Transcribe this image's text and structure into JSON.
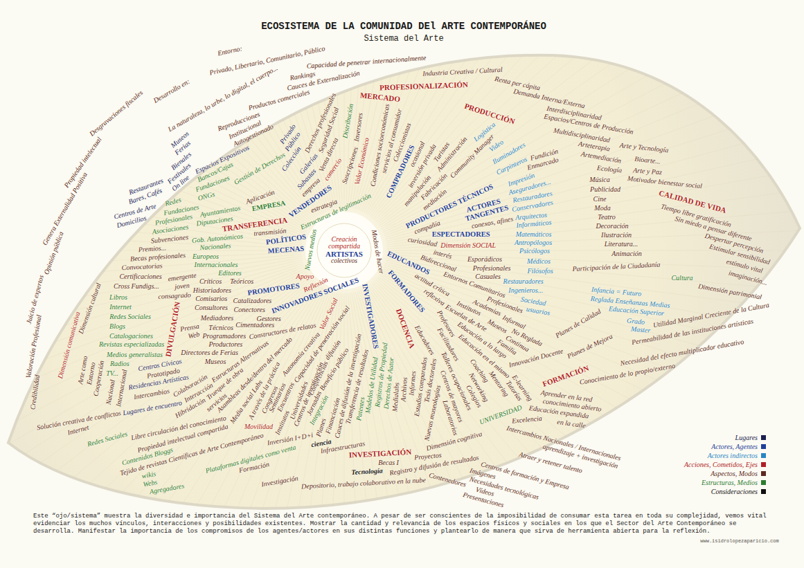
{
  "diagram": {
    "title": "ECOSISTEMA DE LA COMUNIDAD DEl ARTE CONTEMPORÁNEO",
    "caption": "Este “ojo/sistema” muestra la diversidad e importancia del Sistema del Arte contemporáneo. A pesar de ser conscientes de la imposibilidad de consumar esta tarea en toda su complejidad, vemos vital evidenciar los muchos vínculos, interacciones y posibilidades existentes. Mostrar la cantidad y relevancia de los espacios físicos y sociales en los que el Sector del Arte Contemporáneo se desarrolla. Manifestar la importancia de los compromisos de los agentes/actores en sus distintas funciones y plantearlo de manera que sirva de herramienta abierta para la reflexión.",
    "nodes": [
      {
        "text": [
          "Creación compartida",
          "ARTISTAS",
          "colectivos"
        ]
      }
    ],
    "labels": [
      "Sistema del Arte",
      "www.isidrolopezaparicio.com",
      "Desarrollo en:",
      "La naturaleza, lo urbe, lo digital, el cuerpo...",
      "Desgravaciones fiscales",
      "Entorno:",
      "Privado, Libertario, Comunitario, Público",
      "Capacidad de penetrar internacionalmente",
      "Industria Creativa / Cultural",
      "PROFESIONALIZACIÓN",
      "Rankings",
      "Cauces de Externalización",
      "Productos comerciales",
      "Reproducciones",
      "MERCADO",
      "Renta per cápita",
      "Demanda Interna/Externa",
      "PRODUCCIÓN",
      "Interdisciplinaridad",
      "Espacios/Centros de Producción",
      "Multidisciplinaridad",
      "Arteterapia",
      "Arte y Tecnología",
      "Artemediación",
      "Bioarte...",
      "Ecología",
      "Arte y Paz",
      "Música",
      "Motivador bienestar social",
      "Publicidad",
      "Cine",
      "Moda",
      "Teatro",
      "Decoración",
      "Ilustración",
      "Literatura...",
      "Animación",
      "CALIDAD DE VIDA",
      "Tiempo libre gratificación",
      "Sin miedo a pensar diferente",
      "Despertar percepción",
      "Estimular sensibilidad",
      "estímulo vital",
      "imaginación...",
      "Participación de la Ciudadanía",
      "Cultura",
      "Dimensión patrimonial",
      "Infancia = Futuro",
      "Reglada Enseñanzas Medias",
      "Educación Superior",
      "Grado",
      "Master",
      "Utilidad Marginal Creciente de la Cultura",
      "Planes de Calidad",
      "Permeabilidad de las instituciones artísticas",
      "Planes de Mejora",
      "Necesidad del efecto multiplicador educativo",
      "Conocimiento de lo propio/externo",
      "Innovación Docente",
      "FORMACIÓN",
      "Aprender en la red",
      "conocimiento abierto",
      "Educación expandida",
      "en la calle",
      "Excelencia",
      "Intercambios Nacionales / Internacionales",
      "aprendizaje + investigación",
      "Atraer y retener talento",
      "Centros de formación y Empresa",
      "Necesidades tecnológicas",
      "Contenedores",
      "Imágenes",
      "Vídeos",
      "Presentaciones",
      "Registro y difusión de resultados",
      "Proyectos",
      "Becas I",
      "UNIVERSIDAD",
      "Dimensión cognitiva",
      "INVESTIGACIÓN",
      "Tecnología",
      "Infraestructuras",
      "ciencia",
      "Inversión I+D+i",
      "Depositorio, trabajo colaborativo en la nube",
      "Investigación",
      "Formación",
      "Plataformas digitales como venta",
      "Tejido de revistas Científicas de Arte Contemporáneo",
      "Propiedad intelectual compartida",
      "Libre circulación del conocimiento",
      "Internet",
      "Redes Sociales",
      "Contenidos Bloggs",
      "wikis",
      "Webs",
      "Agregadores",
      "Solución creativa de conflictos",
      "Credibilidad",
      "Valoración Profesional",
      "Juicio de expertos",
      "Opinión pública",
      "Genera Externalidad Positiva",
      "Propiedad intelectual",
      "Dimensión comunicativa",
      "Dimensión cultural",
      "Arte como",
      "Entorno",
      "Cooperación",
      "Nacional",
      "Internacional",
      "Museos",
      "Ferias",
      "Bienales",
      "Festivales",
      "On line",
      "Restaurantes",
      "Bares, Cafés",
      "Centros de Arte",
      "Domicilios",
      "Redes",
      "Fundaciones",
      "Profesionales",
      "Asociaciones",
      "Subvenciones",
      "Premios...",
      "Becas profesionales",
      "Convocatorias",
      "Certificaciones",
      "Cross Fundigs...",
      "Libros",
      "Internet",
      "Redes Sociales",
      "Blogs",
      "Catalogaciones",
      "Revistas especializadas",
      "Medios generalistas",
      "Radios",
      "TV...",
      "Institucional",
      "Autogestionado",
      "Espacios Expositivos",
      "Bancos/Cajas",
      "Fundaciones",
      "ONGs",
      "Ayuntamientos",
      "Diputaciones",
      "Gob. Autonómicos",
      "Nacionales",
      "Europeos",
      "Internacionales",
      "Editores",
      "Gestión de Derechos",
      "Aplicación",
      "EMPRESA",
      "empresa",
      "comercio",
      "VENDEDORES",
      "estrategia",
      "TRANSFERENCIA",
      "transmisión",
      "POLÍTICOS",
      "MECENAS",
      "Apoyo",
      "PROMOTORES",
      "Teóricos",
      "Catalizadores",
      "Conectores",
      "Reflexión",
      "Críticos",
      "Historiadores",
      "Comisarios",
      "Consultores",
      "emergente",
      "joven",
      "consagrado",
      "DIVULGACIÓN",
      "Prensa",
      "Web",
      "Mediadores",
      "Técnicos",
      "Programadores",
      "Productores",
      "Directores de Ferias",
      "Museos",
      "Gestores",
      "Cimentadores",
      "Constructores de relatos",
      "INNOVADORES SOCIALES",
      "Valor Social",
      "difusión",
      "Estructuras Alternativas",
      "Asambleas desde/dentro del mercado",
      "Autonomía creativa",
      "Capacidad de penetración social",
      "Beneficio público",
      "Integración",
      "Centros Cívicos",
      "Prototipado",
      "Residencias Artísticas",
      "Intercambios",
      "Lugares de encuentro",
      "Colaboración",
      "Interacción",
      "Hibridación",
      "Trueque de obra",
      "servicios",
      "Media social Labs",
      "Movilidad",
      "Congresos",
      "Seminarios",
      "Encuentros",
      "Conferencias",
      "Jornadas",
      "A través de la práctica",
      "Institutos",
      "Centros de investigación",
      "Universidades",
      "Planes",
      "Financiación",
      "Transferencia de resultados",
      "Cauces de difusión de la investigación",
      "INVESTIGADORES",
      "Patentes",
      "Modelos de Utilidad",
      "Registros de Propiedad",
      "Derechos de Autor",
      "Medialabs",
      "Archivos",
      "Informes",
      "Estudios comparados",
      "Tesis doctorales",
      "Nuevas museologías",
      "DOCENCIA",
      "Profesores",
      "Educadores",
      "Facilitadores",
      "Laboratorios",
      "Centros de mayores",
      "Talleres ocupacionales",
      "Colegios",
      "Networking",
      "Coaching",
      "Mentoring",
      "Tutorías",
      "E-learning",
      "FORMADORES",
      "EDUCANDOS",
      "curiosidad",
      "interés",
      "Bidireccional",
      "actitud crítica",
      "reflexiva",
      "Entornos Comunitarios",
      "Profesionales",
      "Institutos",
      "Academias",
      "Informal",
      "No Reglada",
      "Escuelas de Arte",
      "Museos",
      "Continua",
      "Educación a lo largo",
      "Familia",
      "Educación en el mismo",
      "ESPECTADORES",
      "Dimensión SOCIAL",
      "Esporádicos",
      "Profesionales",
      "Casuales",
      "Restauradores",
      "Ingenieros...",
      "Sociedad",
      "usuarios",
      "PRODUCTORES TÉCNICOS",
      "compañía",
      "ACTORES",
      "TANGENTES",
      "conexos, afines",
      "Aseguradores...",
      "Restauradores",
      "Conservadores",
      "Arquitectos",
      "Informáticos",
      "Matemáticos",
      "Antropólogos",
      "Psicólogos",
      "Médicos",
      "Filósofos",
      "Logística",
      "Video",
      "Iluminadores",
      "Carpinteros",
      "Fundición",
      "Enmarcado",
      "Impresión",
      "COMPRADORES",
      "Valor Económico",
      "Condiciones socioeconómicas",
      "servicios al consumidor",
      "Coleccionistas",
      "ocasional",
      "inversión privada",
      "Turistas",
      "Administración",
      "Community Manager",
      "manipulación",
      "Fabricación",
      "mediación",
      "Distribución",
      "Inversores",
      "Seguridad Social",
      "Derechos profesionales",
      "Suscripciones",
      "Venta directa",
      "Privado",
      "Público",
      "Colección",
      "Galerías",
      "Subastas",
      "Estructuras de legitimación",
      "Nuevos medios",
      "Modos de hacer"
    ],
    "legend": [
      {
        "text": "Lugares",
        "color": "#1c1f4f"
      },
      {
        "text": "Actores, Agentes",
        "color": "#1f3f99"
      },
      {
        "text": "Actores indirectos",
        "color": "#2a86c4"
      },
      {
        "text": "Acciones, Cometidos, Ejes",
        "color": "#b01f25"
      },
      {
        "text": "Aspectos, Modos",
        "color": "#5c2a22"
      },
      {
        "text": "Estructuras, Medios",
        "color": "#2e7d32"
      },
      {
        "text": "Consideraciones",
        "color": "#111111"
      }
    ]
  }
}
